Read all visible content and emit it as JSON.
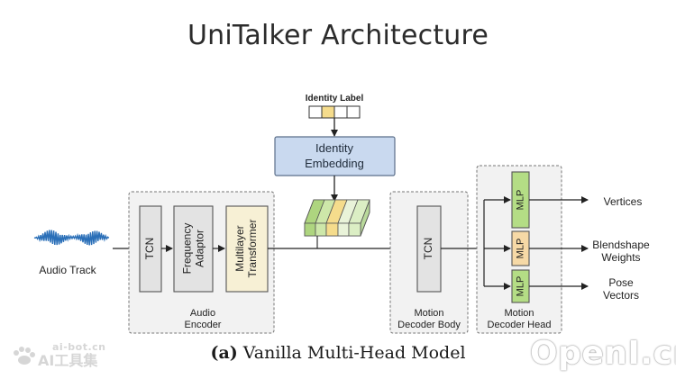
{
  "title": "UniTalker Architecture",
  "identity": {
    "label": "Identity Label",
    "embedding_line1": "Identity",
    "embedding_line2": "Embedding"
  },
  "audio": {
    "label": "Audio Track"
  },
  "encoder": {
    "tcn": "TCN",
    "frequency_adaptor_line1": "Frequency",
    "frequency_adaptor_line2": "Adaptor",
    "transformer_line1": "Multilayer",
    "transformer_line2": "Transformer",
    "label_line1": "Audio",
    "label_line2": "Encoder"
  },
  "decoder_body": {
    "tcn": "TCN",
    "label_line1": "Motion",
    "label_line2": "Decoder Body"
  },
  "decoder_head": {
    "mlp1": "MLP",
    "mlp2": "MLP",
    "mlp3": "MLP",
    "label_line1": "Motion",
    "label_line2": "Decoder Head"
  },
  "outputs": {
    "vertices": "Vertices",
    "blendshape_line1": "Blendshape",
    "blendshape_line2": "Weights",
    "pose_line1": "Pose",
    "pose_line2": "Vectors"
  },
  "caption": {
    "tag": "(a)",
    "text": "Vanilla Multi-Head Model"
  },
  "watermarks": {
    "left_top": "ai-bot.cn",
    "left_bottom": "AI工具集",
    "right": "OpenI.cn"
  },
  "colors": {
    "gray_block": "#e3e3e3",
    "identity_block": "#c9d9ef",
    "transformer_block": "#f7f0d5",
    "mlp_green": "#b4dd85",
    "mlp_orange": "#f6d9a6",
    "waveform": "#2a6fb8"
  }
}
